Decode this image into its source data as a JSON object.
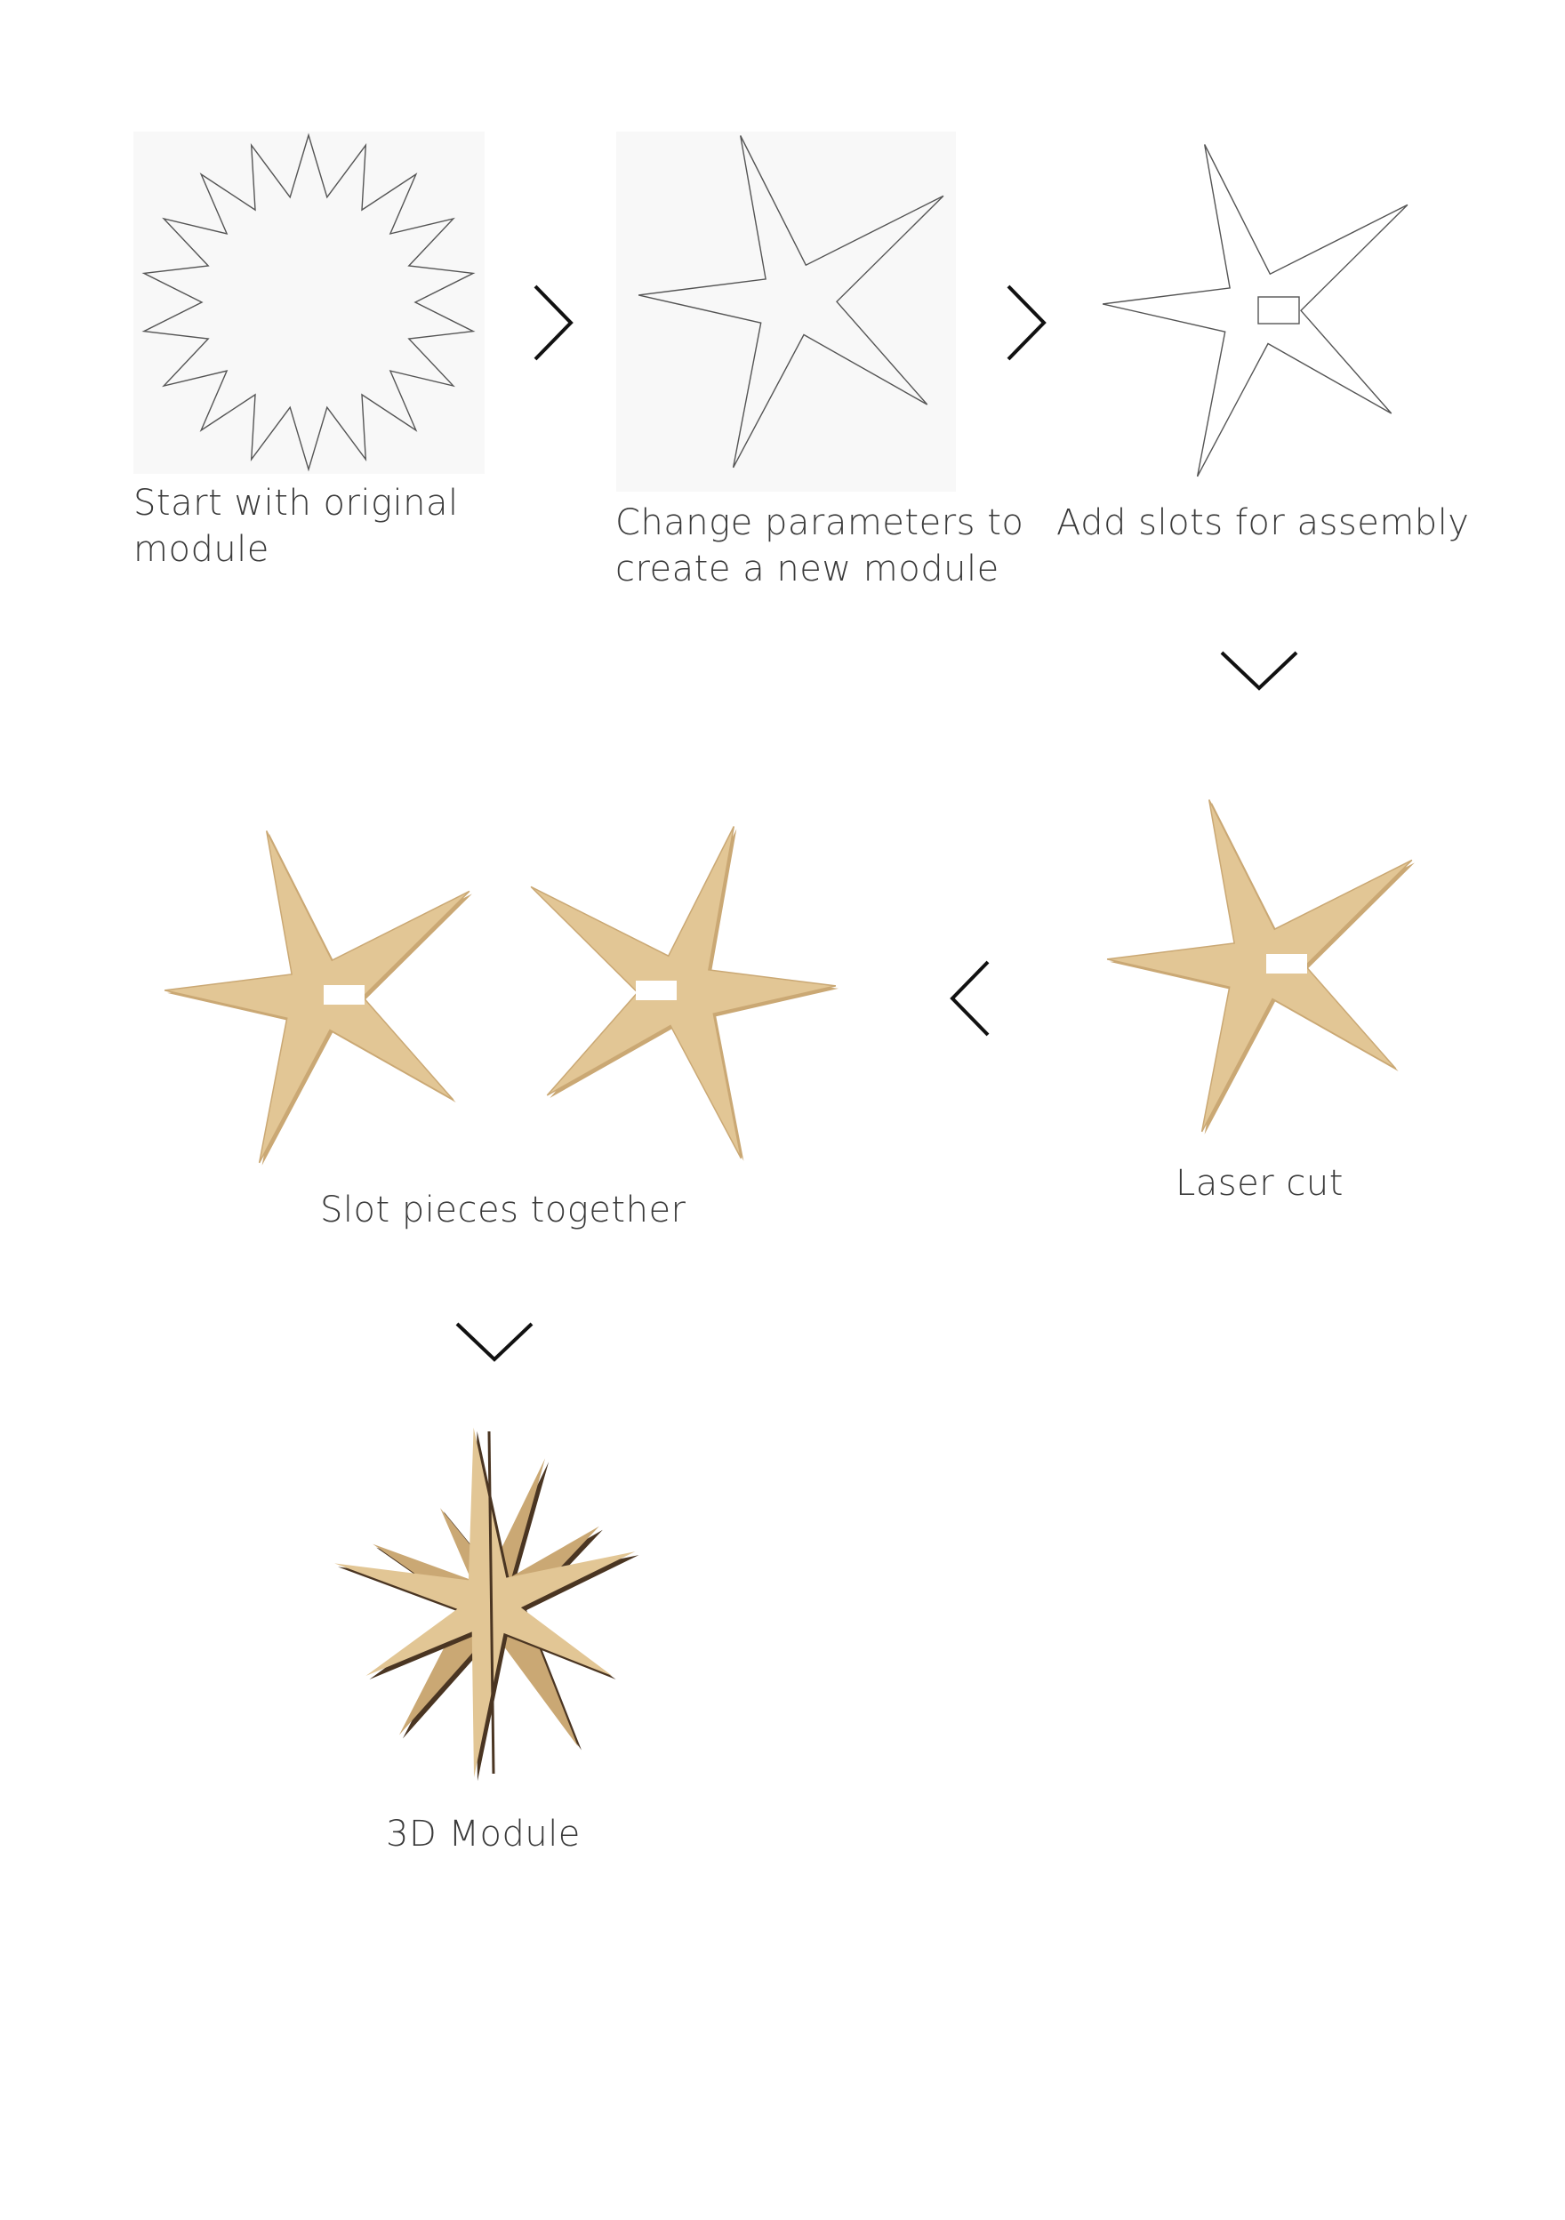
{
  "steps": [
    {
      "id": "original",
      "caption_lines": [
        "Start with original",
        "module"
      ]
    },
    {
      "id": "new-module",
      "caption_lines": [
        "Change parameters to",
        "create a new module"
      ]
    },
    {
      "id": "slots",
      "caption_lines": [
        "Add slots for assembly"
      ]
    },
    {
      "id": "laser-cut",
      "caption_lines": [
        "Laser cut"
      ]
    },
    {
      "id": "slot-together",
      "caption_lines": [
        "Slot pieces together"
      ]
    },
    {
      "id": "3d-module",
      "caption_lines": [
        "3D Module"
      ]
    }
  ],
  "arrows": [
    {
      "id": "arrow-1",
      "icon": "chevron-right-icon"
    },
    {
      "id": "arrow-2",
      "icon": "chevron-right-icon"
    },
    {
      "id": "arrow-3",
      "icon": "chevron-down-icon"
    },
    {
      "id": "arrow-4",
      "icon": "chevron-left-icon"
    },
    {
      "id": "arrow-5",
      "icon": "chevron-down-icon"
    }
  ],
  "colors": {
    "outline": "#555555",
    "wood": "#e2c695",
    "wood_dark": "#caa874",
    "wood_edge": "#4a3522",
    "panel": "#f8f8f8"
  }
}
